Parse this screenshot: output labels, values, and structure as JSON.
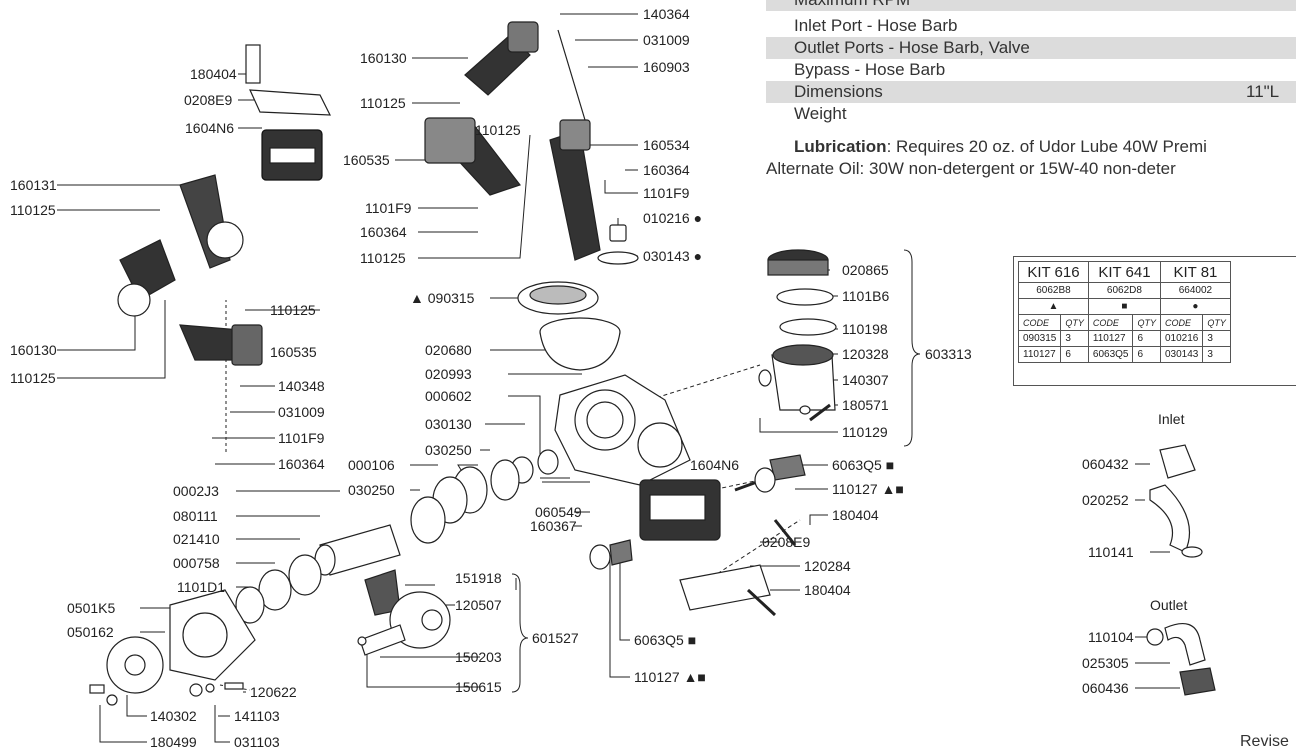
{
  "specs": [
    {
      "label": "Maximum RPM",
      "value": ""
    },
    {
      "label": "Inlet Port - Hose Barb",
      "value": ""
    },
    {
      "label": "Outlet Ports - Hose Barb, Valve",
      "value": ""
    },
    {
      "label": "Bypass - Hose Barb",
      "value": ""
    },
    {
      "label": "Dimensions",
      "value": "11\"L"
    },
    {
      "label": "Weight",
      "value": ""
    }
  ],
  "lubrication": {
    "label": "Lubrication",
    "text": ": Requires 20 oz. of Udor Lube 40W Premi",
    "alt": "Alternate Oil: 30W non-detergent or 15W-40 non-deter"
  },
  "kits": {
    "headers": {
      "col_code": "CODE",
      "col_qty": "QTY"
    },
    "items": [
      {
        "title": "KIT 616",
        "number": "6062B8",
        "marker": "▲",
        "rows": [
          [
            "090315",
            "3"
          ],
          [
            "110127",
            "6"
          ]
        ]
      },
      {
        "title": "KIT 641",
        "number": "6062D8",
        "marker": "■",
        "rows": [
          [
            "110127",
            "6"
          ],
          [
            "6063Q5",
            "6"
          ]
        ]
      },
      {
        "title": "KIT 81",
        "number": "664002",
        "marker": "●",
        "rows": [
          [
            "010216",
            "3"
          ],
          [
            "030143",
            "3"
          ]
        ]
      }
    ]
  },
  "sections": {
    "inlet": "Inlet",
    "outlet": "Outlet"
  },
  "revised": "Revise",
  "parts": [
    {
      "id": "p1",
      "code": "180404"
    },
    {
      "id": "p2",
      "code": "0208E9"
    },
    {
      "id": "p3",
      "code": "1604N6"
    },
    {
      "id": "p4",
      "code": "160131"
    },
    {
      "id": "p5",
      "code": "110125"
    },
    {
      "id": "p6",
      "code": "160130"
    },
    {
      "id": "p7",
      "code": "110125"
    },
    {
      "id": "p8",
      "code": "110125"
    },
    {
      "id": "p9",
      "code": "160535"
    },
    {
      "id": "p10",
      "code": "140348"
    },
    {
      "id": "p11",
      "code": "031009"
    },
    {
      "id": "p12",
      "code": "1101F9"
    },
    {
      "id": "p13",
      "code": "160364"
    },
    {
      "id": "p14",
      "code": "160130"
    },
    {
      "id": "p15",
      "code": "110125"
    },
    {
      "id": "p16",
      "code": "160535"
    },
    {
      "id": "p17",
      "code": "1101F9"
    },
    {
      "id": "p18",
      "code": "160364"
    },
    {
      "id": "p19",
      "code": "110125"
    },
    {
      "id": "p20",
      "code": "110125"
    },
    {
      "id": "p21",
      "code": "140364"
    },
    {
      "id": "p22",
      "code": "031009"
    },
    {
      "id": "p23",
      "code": "160903"
    },
    {
      "id": "p24",
      "code": "160534"
    },
    {
      "id": "p25",
      "code": "160364"
    },
    {
      "id": "p26",
      "code": "1101F9"
    },
    {
      "id": "p27",
      "code": "010216 ●"
    },
    {
      "id": "p28",
      "code": "030143 ●"
    },
    {
      "id": "p29",
      "code": "▲ 090315"
    },
    {
      "id": "p30",
      "code": "020680"
    },
    {
      "id": "p31",
      "code": "020993"
    },
    {
      "id": "p32",
      "code": "000602"
    },
    {
      "id": "p33",
      "code": "030130"
    },
    {
      "id": "p34",
      "code": "030250"
    },
    {
      "id": "p35",
      "code": "000106"
    },
    {
      "id": "p36",
      "code": "030250"
    },
    {
      "id": "p37",
      "code": "0002J3"
    },
    {
      "id": "p38",
      "code": "080111"
    },
    {
      "id": "p39",
      "code": "021410"
    },
    {
      "id": "p40",
      "code": "000758"
    },
    {
      "id": "p41",
      "code": "1101D1"
    },
    {
      "id": "p42",
      "code": "0501K5"
    },
    {
      "id": "p43",
      "code": "050162"
    },
    {
      "id": "p44",
      "code": "140302"
    },
    {
      "id": "p45",
      "code": "180499"
    },
    {
      "id": "p46",
      "code": "141103"
    },
    {
      "id": "p47",
      "code": "031103"
    },
    {
      "id": "p48",
      "code": "120622"
    },
    {
      "id": "p49",
      "code": "151918"
    },
    {
      "id": "p50",
      "code": "120507"
    },
    {
      "id": "p51",
      "code": "150203"
    },
    {
      "id": "p52",
      "code": "150615"
    },
    {
      "id": "p53",
      "code": "601527"
    },
    {
      "id": "p54",
      "code": "060549"
    },
    {
      "id": "p55",
      "code": "160367"
    },
    {
      "id": "p56",
      "code": "1604N6"
    },
    {
      "id": "p57",
      "code": "6063Q5 ■"
    },
    {
      "id": "p58",
      "code": "110127 ▲■"
    },
    {
      "id": "p59",
      "code": "180404"
    },
    {
      "id": "p60",
      "code": "0208E9"
    },
    {
      "id": "p61",
      "code": "120284"
    },
    {
      "id": "p62",
      "code": "180404"
    },
    {
      "id": "p63",
      "code": "6063Q5 ■"
    },
    {
      "id": "p64",
      "code": "110127 ▲■"
    },
    {
      "id": "p65",
      "code": "020865"
    },
    {
      "id": "p66",
      "code": "1101B6"
    },
    {
      "id": "p67",
      "code": "110198"
    },
    {
      "id": "p68",
      "code": "120328"
    },
    {
      "id": "p69",
      "code": "140307"
    },
    {
      "id": "p70",
      "code": "180571"
    },
    {
      "id": "p71",
      "code": "110129"
    },
    {
      "id": "p72",
      "code": "603313"
    },
    {
      "id": "p73",
      "code": "060432"
    },
    {
      "id": "p74",
      "code": "020252"
    },
    {
      "id": "p75",
      "code": "110141"
    },
    {
      "id": "p76",
      "code": "110104"
    },
    {
      "id": "p77",
      "code": "025305"
    },
    {
      "id": "p78",
      "code": "060436"
    }
  ]
}
